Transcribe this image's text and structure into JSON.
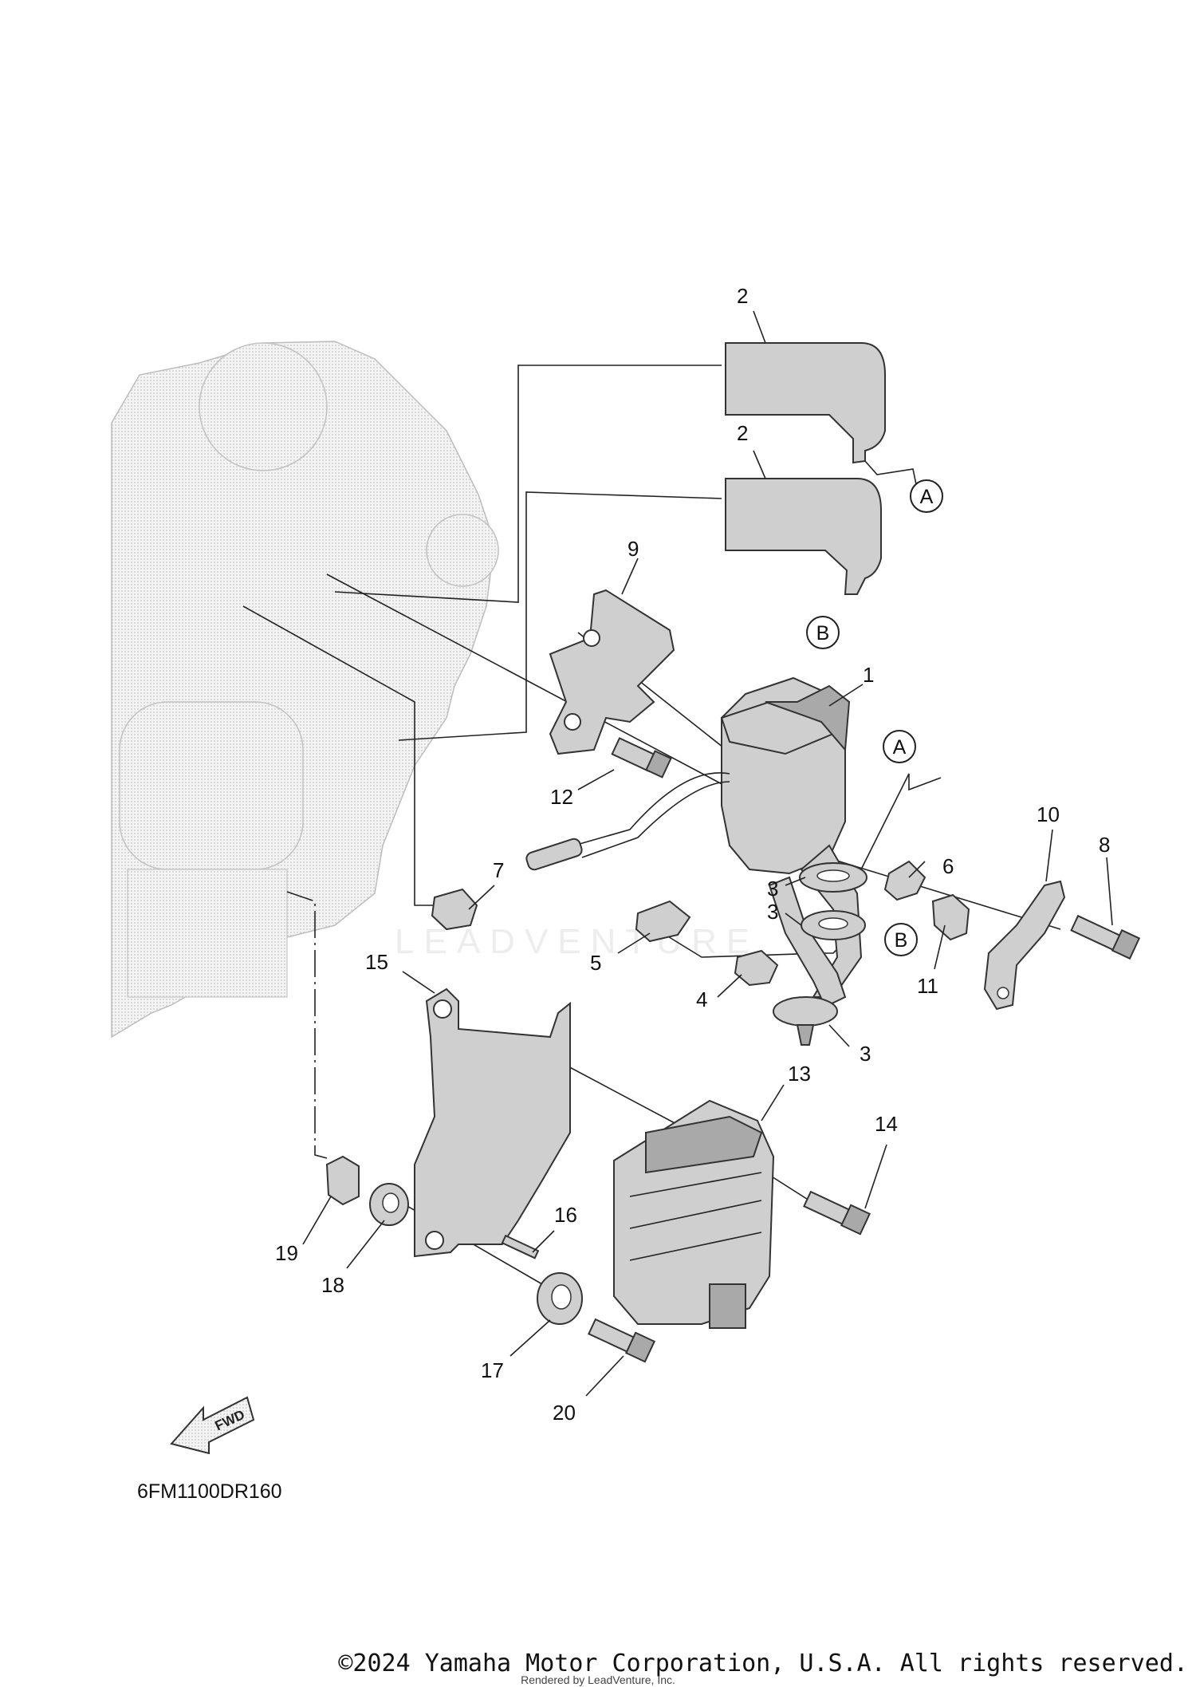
{
  "callouts": [
    {
      "id": "c1",
      "label": "1"
    },
    {
      "id": "c2a",
      "label": "2"
    },
    {
      "id": "c2b",
      "label": "2"
    },
    {
      "id": "c3a",
      "label": "3"
    },
    {
      "id": "c3b",
      "label": "3"
    },
    {
      "id": "c3c",
      "label": "3"
    },
    {
      "id": "c4",
      "label": "4"
    },
    {
      "id": "c5",
      "label": "5"
    },
    {
      "id": "c6",
      "label": "6"
    },
    {
      "id": "c7",
      "label": "7"
    },
    {
      "id": "c8",
      "label": "8"
    },
    {
      "id": "c9",
      "label": "9"
    },
    {
      "id": "c10",
      "label": "10"
    },
    {
      "id": "c11",
      "label": "11"
    },
    {
      "id": "c12",
      "label": "12"
    },
    {
      "id": "c13",
      "label": "13"
    },
    {
      "id": "c14",
      "label": "14"
    },
    {
      "id": "c15",
      "label": "15"
    },
    {
      "id": "c16",
      "label": "16"
    },
    {
      "id": "c17",
      "label": "17"
    },
    {
      "id": "c18",
      "label": "18"
    },
    {
      "id": "c19",
      "label": "19"
    },
    {
      "id": "c20",
      "label": "20"
    }
  ],
  "reference_marks": {
    "a_top": "A",
    "b_top": "B",
    "a_mid": "A",
    "b_mid": "B"
  },
  "direction_label": "FWD",
  "diagram_code": "6FM1100DR160",
  "watermark": "LEADVENTURE",
  "copyright": "©2024 Yamaha Motor Corporation, U.S.A. All rights reserved.",
  "rendered_by": "Rendered by LeadVenture, Inc."
}
